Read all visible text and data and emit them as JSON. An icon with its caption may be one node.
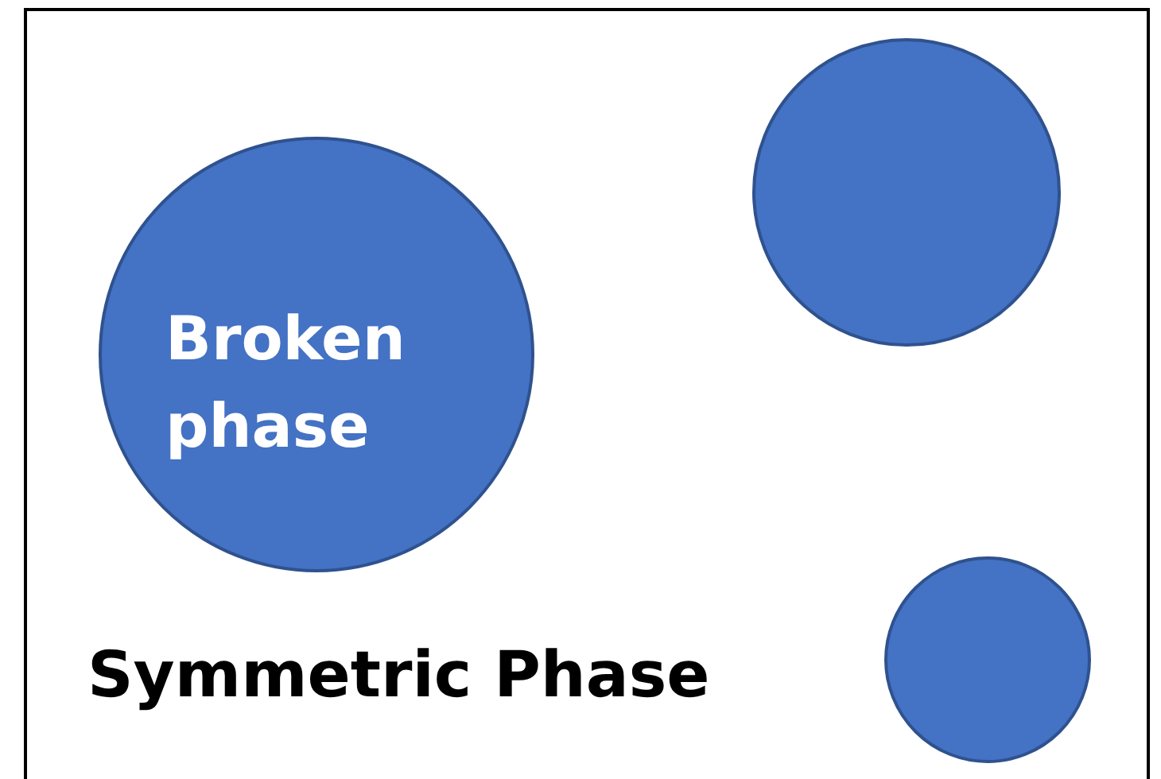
{
  "diagram": {
    "nodes": [
      {
        "text": [
          "Symmetric Phase"
        ]
      },
      {
        "text": [
          "Broken phase"
        ],
        "in": 0
      },
      {
        "text": [],
        "shape": "circle",
        "in": 0
      },
      {
        "text": [],
        "shape": "circle",
        "in": 0
      }
    ]
  }
}
